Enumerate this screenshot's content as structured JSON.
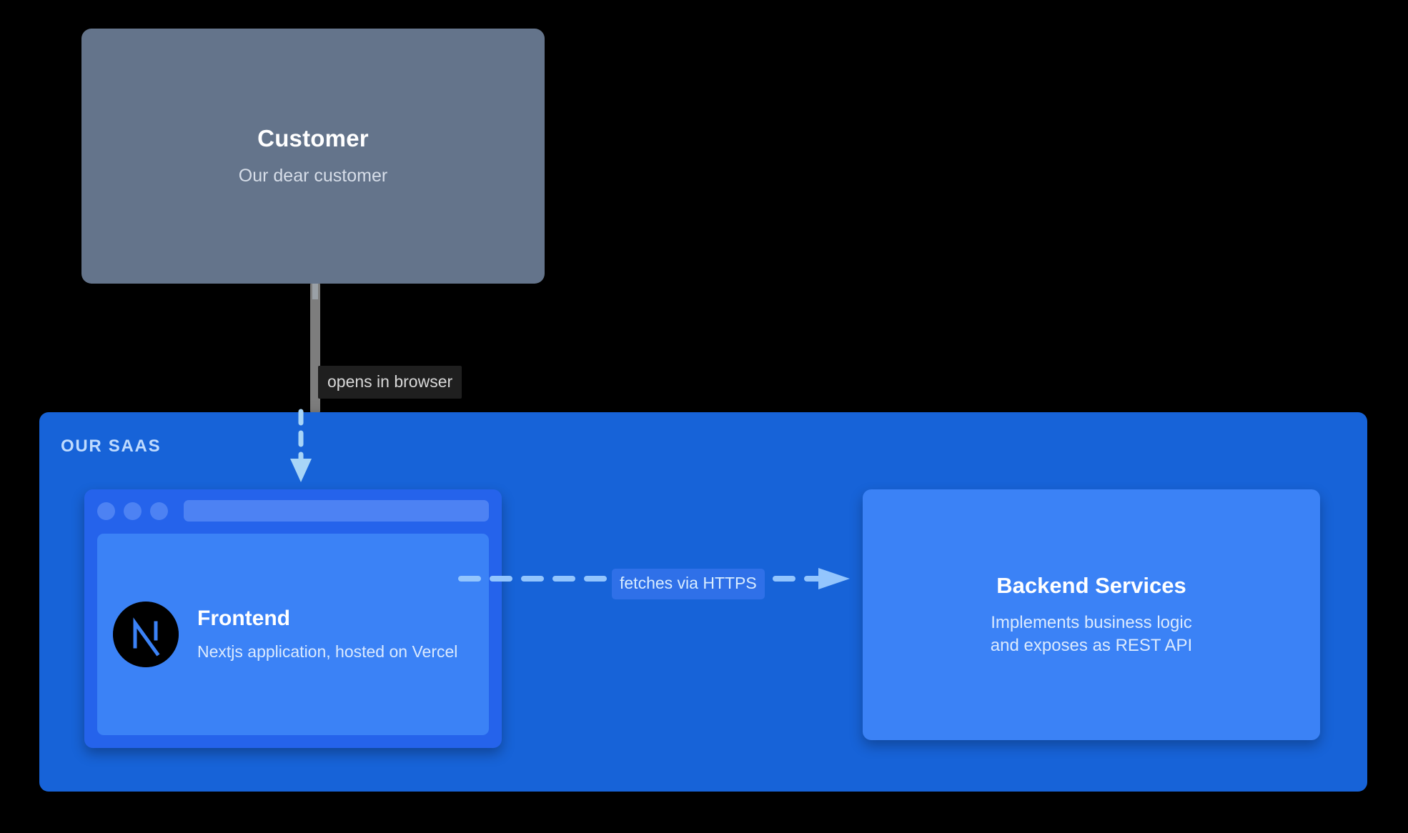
{
  "diagram": {
    "type": "c4-container-diagram",
    "background_color": "#000000",
    "boundary": {
      "name": "boundary-our-saas",
      "label": "OUR SAAS",
      "fill_color": "#1763d8",
      "label_color": "#bfdbfe"
    },
    "nodes": [
      {
        "id": "customer",
        "title": "Customer",
        "description": "Our dear customer",
        "shape": "box",
        "fill_color": "#64748b",
        "title_color": "#ffffff",
        "description_color": "#d6dde8"
      },
      {
        "id": "frontend",
        "title": "Frontend",
        "description": "Nextjs application, hosted on Vercel",
        "shape": "browser-window",
        "icon": "nextjs-logo",
        "fill_color": "#3b82f6",
        "frame_color": "#2563eb",
        "title_color": "#ffffff",
        "description_color": "#dbeafe"
      },
      {
        "id": "backend",
        "title": "Backend Services",
        "description_line1": "Implements business logic",
        "description_line2": "and exposes as REST API",
        "shape": "box",
        "fill_color": "#3b82f6",
        "title_color": "#ffffff",
        "description_color": "#dbeafe"
      }
    ],
    "edges": [
      {
        "id": "customer-to-frontend",
        "from": "customer",
        "to": "frontend",
        "label": "opens in browser",
        "direction": "down",
        "style": "dashed",
        "outside_color": "#7d7d7d",
        "inside_color": "#a8d5f7",
        "label_background": "#1f1f1f",
        "label_color": "#d8d8d8"
      },
      {
        "id": "frontend-to-backend",
        "from": "frontend",
        "to": "backend",
        "label": "fetches via HTTPS",
        "direction": "right",
        "style": "dashed",
        "color": "#93c5fd",
        "label_background": "#2f70e8",
        "label_color": "#d8ecff"
      }
    ]
  }
}
